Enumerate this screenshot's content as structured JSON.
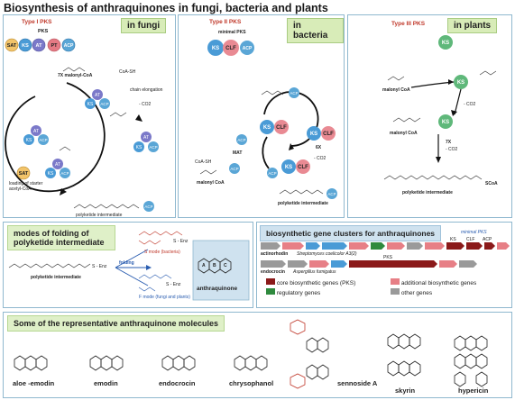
{
  "title": "Biosynthesis of anthraquinones in fungi, bacteria and plants",
  "fungi": {
    "pks_type": "Type I PKS",
    "tag": "in fungi",
    "pks_label": "PKS",
    "domains": [
      "SAT",
      "KS",
      "AT",
      "PT",
      "ACP"
    ],
    "malonyl_label": "7X malonyl-CoA",
    "coash": "CoA-SH",
    "chain_elongation": "chain elongation",
    "co2": "- CO2",
    "loading": "loading of starter acetyl-CoA",
    "polyketide": "polyketide intermediate",
    "sat": "SAT"
  },
  "bacteria": {
    "pks_type": "Type II PKS",
    "tag": "in bacteria",
    "minimal_pks": "minimal PKS",
    "domains": [
      "KS",
      "CLF",
      "ACP"
    ],
    "mat": "MAT",
    "coash": "CoA-SH",
    "malonyl": "malonyl CoA",
    "sixx": "6X",
    "co2": "- CO2",
    "polyketide": "polyketide intermediate"
  },
  "plants": {
    "pks_type": "Type III PKS",
    "tag": "in plants",
    "ks": "KS",
    "malonyl": "malonyl CoA",
    "sevenx": "7X",
    "co2": "- CO2",
    "polyketide": "polyketide intermediate",
    "scoa": "SCoA"
  },
  "folding": {
    "header_line1": "modes of folding of",
    "header_line2": "polyketide intermediate",
    "polyketide": "polyketide intermediate",
    "s_enz": "S - Enz",
    "folding_label": "folding",
    "s_mode": "S mode (bacteria)",
    "f_mode": "F mode (fungi and plants)",
    "anthraquinone": "anthraquinone",
    "rings": [
      "A",
      "B",
      "C"
    ]
  },
  "clusters": {
    "header": "biosynthetic gene clusters for anthraquinones",
    "minimal_pks": "minimal PKS",
    "domain_labels": [
      "KS",
      "CLF",
      "ACP"
    ],
    "actinorhodin": "actinorhodin",
    "organism1": "Streptomyces coelicolor A3(2)",
    "endocrocin": "endocrocin",
    "organism2": "Aspergillus fumigatus",
    "pks_label": "PKS",
    "legend": [
      {
        "label": "core biosynthetic genes (PKS)",
        "color": "#8b1a1a"
      },
      {
        "label": "additional biosynthetic genes",
        "color": "#e77f86"
      },
      {
        "label": "regulatory genes",
        "color": "#2f8a3e"
      },
      {
        "label": "other genes",
        "color": "#9a9a9a"
      }
    ]
  },
  "molecules": {
    "header": "Some of the representative anthraquinone molecules",
    "items": [
      "aloe -emodin",
      "emodin",
      "endocrocin",
      "chrysophanol",
      "sennoside A",
      "skyrin",
      "hypericin"
    ]
  },
  "colors": {
    "ks": "#4a9bd6",
    "at": "#7b79c9",
    "pt": "#e57a84",
    "acp": "#5aa6d6",
    "sat": "#f2c46a",
    "clf": "#e98a93",
    "plant_ks": "#5fb87a"
  }
}
